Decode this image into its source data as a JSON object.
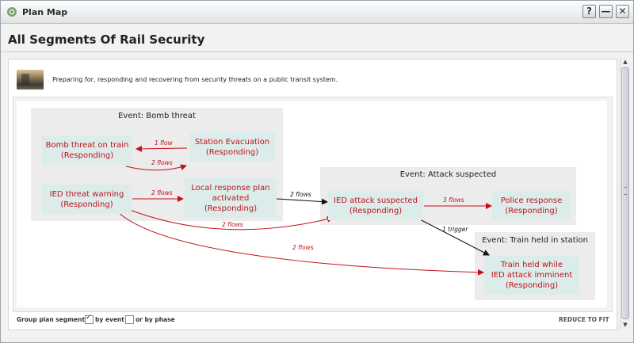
{
  "window": {
    "title": "Plan Map",
    "help_label": "?",
    "minimize_label": "—",
    "close_label": "✕",
    "app_icon": "gear-cluster-icon"
  },
  "page": {
    "title": "All Segments Of Rail Security",
    "description": "Preparing for, responding and recovering from security threats on a public transit system."
  },
  "colors": {
    "node_bg": "#dcecea",
    "node_text": "#c1121a",
    "group_bg": "#ececec",
    "edge_red": "#c1121a",
    "edge_black": "#111111"
  },
  "groups": [
    {
      "id": "bomb",
      "label": "Event: Bomb threat"
    },
    {
      "id": "attack",
      "label": "Event: Attack suspected"
    },
    {
      "id": "train",
      "label": "Event: Train held in station"
    }
  ],
  "nodes": [
    {
      "id": "bomb_on_train",
      "text": "Bomb threat on train\n(Responding)"
    },
    {
      "id": "station_evac",
      "text": "Station Evacuation\n(Responding)"
    },
    {
      "id": "ied_warning",
      "text": "IED threat warning\n(Responding)"
    },
    {
      "id": "local_plan",
      "text": "Local response plan\nactivated\n(Responding)"
    },
    {
      "id": "ied_suspected",
      "text": "IED attack suspected\n(Responding)"
    },
    {
      "id": "police",
      "text": "Police response\n(Responding)"
    },
    {
      "id": "train_held",
      "text": "Train held while\nIED attack imminent\n(Responding)"
    }
  ],
  "edges": [
    {
      "id": "e1",
      "label": "1 flow",
      "color": "red"
    },
    {
      "id": "e2",
      "label": "2 flows",
      "color": "red"
    },
    {
      "id": "e3",
      "label": "2 flows",
      "color": "red"
    },
    {
      "id": "e4",
      "label": "2 flows",
      "color": "black"
    },
    {
      "id": "e5",
      "label": "3 flows",
      "color": "red"
    },
    {
      "id": "e6",
      "label": "2 flows",
      "color": "red"
    },
    {
      "id": "e7",
      "label": "2 flows",
      "color": "red"
    },
    {
      "id": "e8",
      "label": "1 trigger",
      "color": "black"
    }
  ],
  "footer": {
    "group_label": "Group plan segments",
    "by_event_label": "by event",
    "by_event_checked": true,
    "by_phase_label": "or by phase",
    "by_phase_checked": false,
    "reduce_label": "REDUCE TO FIT"
  },
  "scrollbar": {
    "up_icon": "arrow-up-icon",
    "down_icon": "arrow-down-icon"
  }
}
